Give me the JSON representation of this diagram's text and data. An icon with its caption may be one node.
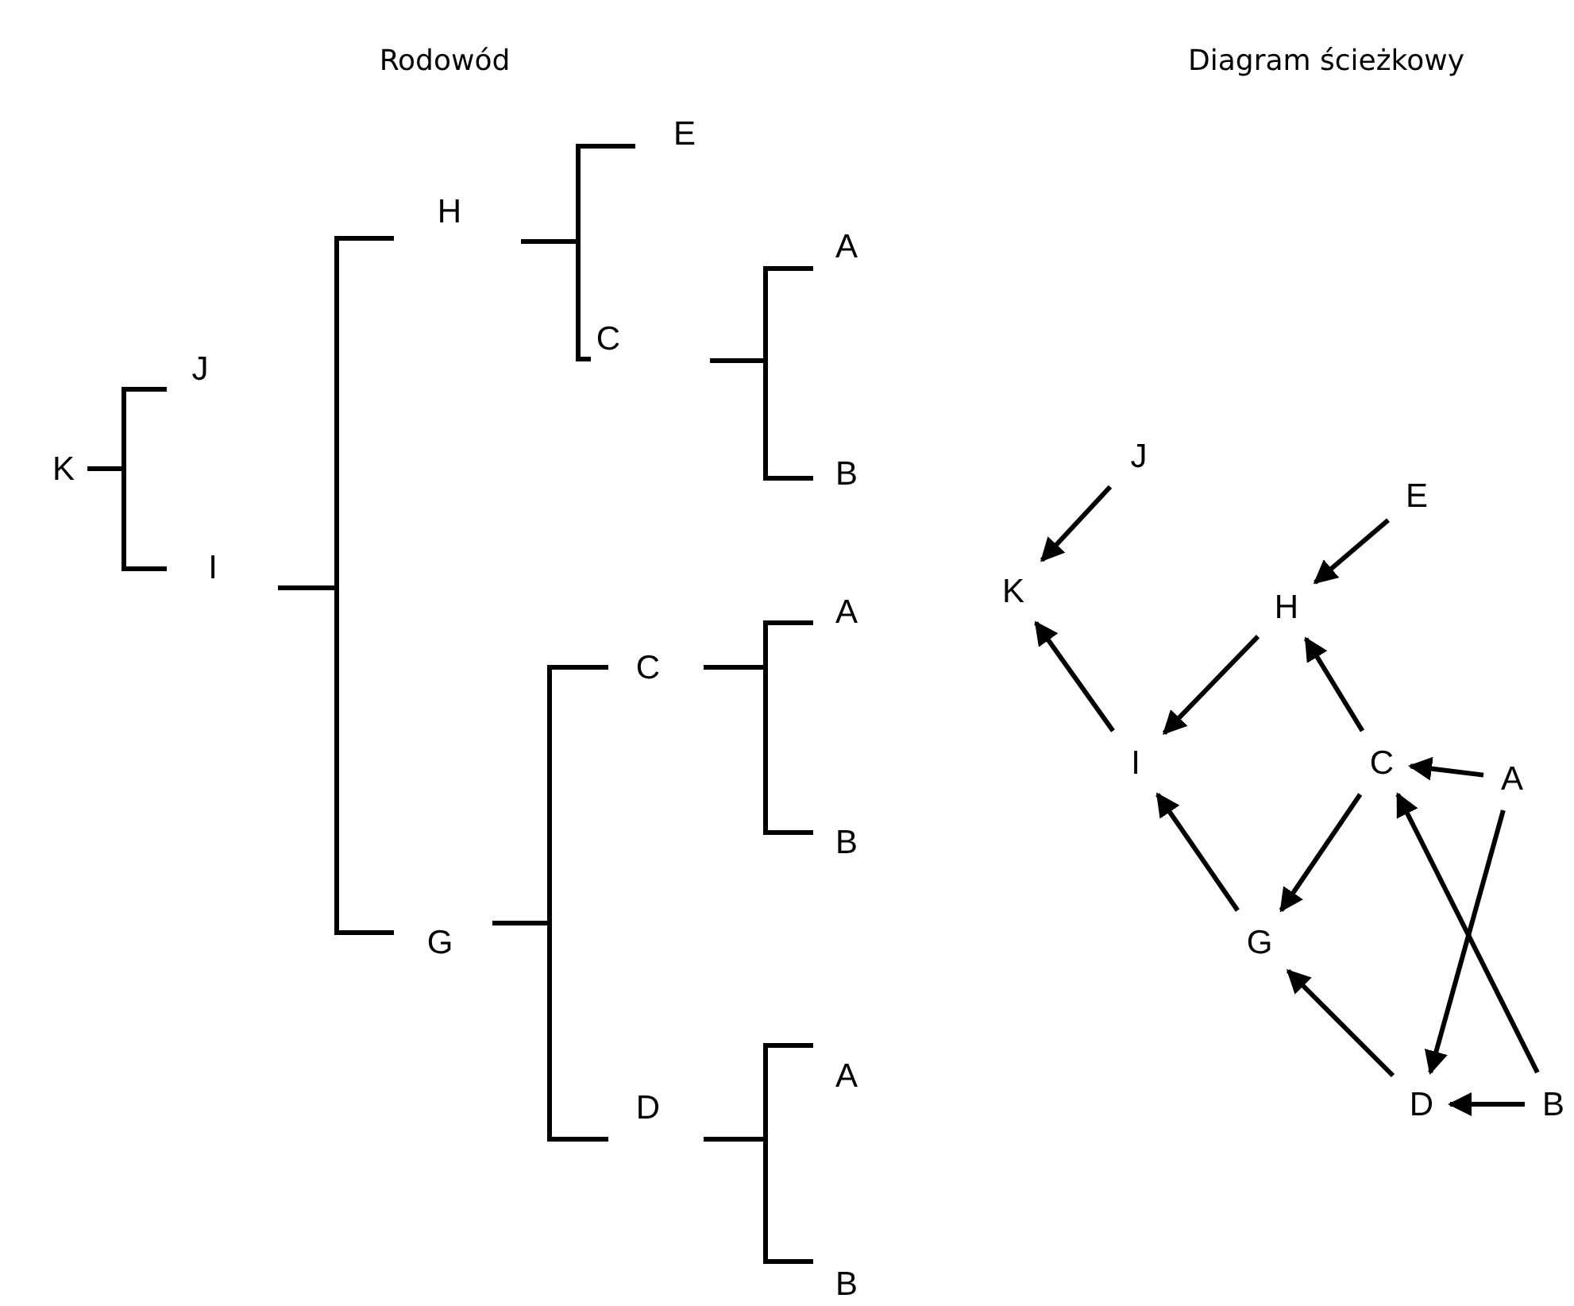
{
  "diagram": {
    "nodes": [
      {
        "text": [
          "K"
        ]
      },
      {
        "text": [
          "J"
        ]
      },
      {
        "text": [
          "I"
        ]
      },
      {
        "text": [
          "H"
        ]
      },
      {
        "text": [
          "G"
        ]
      },
      {
        "text": [
          "E"
        ]
      },
      {
        "text": [
          "C"
        ]
      },
      {
        "text": [
          "A"
        ]
      },
      {
        "text": [
          "B"
        ]
      },
      {
        "text": [
          "C"
        ]
      },
      {
        "text": [
          "A"
        ]
      },
      {
        "text": [
          "B"
        ]
      },
      {
        "text": [
          "D"
        ]
      },
      {
        "text": [
          "A"
        ]
      },
      {
        "text": [
          "B"
        ]
      },
      {
        "text": [
          "J"
        ]
      },
      {
        "text": [
          "K"
        ]
      },
      {
        "text": [
          "E"
        ]
      },
      {
        "text": [
          "H"
        ]
      },
      {
        "text": [
          "I"
        ]
      },
      {
        "text": [
          "C"
        ]
      },
      {
        "text": [
          "A"
        ]
      },
      {
        "text": [
          "G"
        ]
      },
      {
        "text": [
          "D"
        ]
      },
      {
        "text": [
          "B"
        ]
      }
    ],
    "edges": [
      {
        "from": 0,
        "to": 1,
        "arrow": "none"
      },
      {
        "from": 0,
        "to": 2,
        "arrow": "none"
      },
      {
        "from": 2,
        "to": 3,
        "arrow": "none"
      },
      {
        "from": 2,
        "to": 4,
        "arrow": "none"
      },
      {
        "from": 3,
        "to": 5,
        "arrow": "none"
      },
      {
        "from": 3,
        "to": 6,
        "arrow": "none"
      },
      {
        "from": 6,
        "to": 7,
        "arrow": "none"
      },
      {
        "from": 6,
        "to": 8,
        "arrow": "none"
      },
      {
        "from": 4,
        "to": 9,
        "arrow": "none"
      },
      {
        "from": 4,
        "to": 12,
        "arrow": "none"
      },
      {
        "from": 9,
        "to": 10,
        "arrow": "none"
      },
      {
        "from": 9,
        "to": 11,
        "arrow": "none"
      },
      {
        "from": 12,
        "to": 13,
        "arrow": "none"
      },
      {
        "from": 12,
        "to": 14,
        "arrow": "none"
      },
      {
        "from": 15,
        "to": 16,
        "arrow": "to"
      },
      {
        "from": 17,
        "to": 18,
        "arrow": "to"
      },
      {
        "from": 19,
        "to": 16,
        "arrow": "to"
      },
      {
        "from": 18,
        "to": 19,
        "arrow": "to"
      },
      {
        "from": 20,
        "to": 18,
        "arrow": "to"
      },
      {
        "from": 21,
        "to": 20,
        "arrow": "to"
      },
      {
        "from": 20,
        "to": 22,
        "arrow": "to"
      },
      {
        "from": 24,
        "to": 20,
        "arrow": "to"
      },
      {
        "from": 21,
        "to": 23,
        "arrow": "to"
      },
      {
        "from": 22,
        "to": 19,
        "arrow": "to"
      },
      {
        "from": 23,
        "to": 22,
        "arrow": "to"
      },
      {
        "from": 24,
        "to": 23,
        "arrow": "to"
      }
    ],
    "labels": [
      "Rodowód",
      "Diagram ścieżkowy"
    ]
  }
}
